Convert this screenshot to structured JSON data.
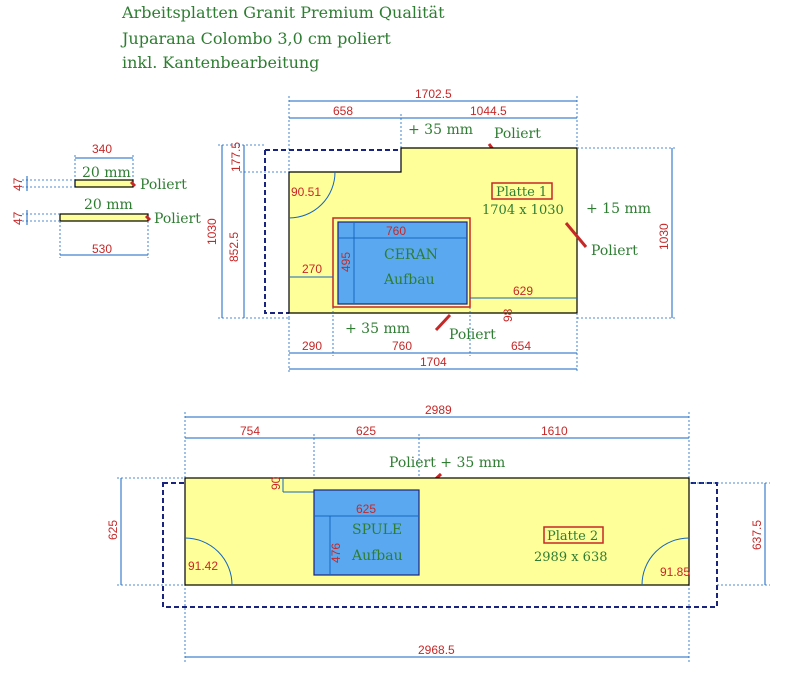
{
  "header": {
    "line1": "Arbeitsplatten Granit Premium Qualität",
    "line2": "Juparana Colombo 3,0 cm poliert",
    "line3": "inkl. Kantenbearbeitung"
  },
  "strips": {
    "s1_width": "340",
    "s1_height": "47",
    "s1_thickness": "20 mm",
    "s1_edge": "Poliert",
    "s2_height": "47",
    "s2_thickness": "20 mm",
    "s2_edge": "Poliert",
    "s2_width": "530"
  },
  "plate1": {
    "name": "Platte 1",
    "size": "1704 x 1030",
    "dim_total_top": "1702.5",
    "dim_left_top": "658",
    "dim_right_top": "1044.5",
    "note_top": "+ 35 mm",
    "edge_top": "Poliert",
    "dim_step": "177.5",
    "dim_left_height": "852.5",
    "dim_outer_height": "1030",
    "dim_right_height": "1030",
    "note_right": "+ 15 mm",
    "edge_right": "Poliert",
    "corner_radius": "90.51",
    "cutout_name": "CERAN",
    "cutout_type": "Aufbau",
    "cutout_width": "760",
    "cutout_height": "495",
    "dim_cutout_left": "270",
    "dim_cutout_right": "629",
    "dim_cutout_bottom": "98",
    "note_bottom": "+ 35 mm",
    "edge_bottom": "Poliert",
    "dim_bottom_left": "290",
    "dim_bottom_mid": "760",
    "dim_bottom_right": "654",
    "dim_bottom_total": "1704"
  },
  "plate2": {
    "name": "Platte 2",
    "size": "2989 x 638",
    "dim_total_top": "2989",
    "dim_seg1": "754",
    "dim_seg2": "625",
    "dim_seg3": "1610",
    "note_top": "Poliert + 35 mm",
    "dim_offset": "90",
    "dim_left_height": "625",
    "dim_right_height": "637.5",
    "cutout_name": "SPULE",
    "cutout_type": "Aufbau",
    "cutout_width": "625",
    "cutout_height": "476",
    "radius_left": "91.42",
    "radius_right": "91.85",
    "dim_bottom_total": "2968.5"
  }
}
